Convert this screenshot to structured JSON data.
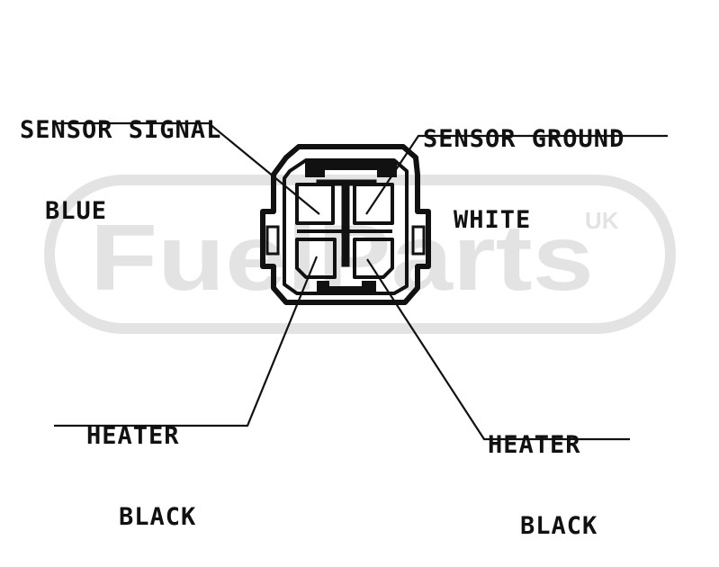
{
  "watermark": {
    "brand": "FuelParts",
    "region": "UK",
    "color": "#e3e3e3"
  },
  "labels": {
    "top_left": {
      "line1": "SENSOR SIGNAL",
      "line2": "BLUE"
    },
    "top_right": {
      "line1": "SENSOR GROUND",
      "line2": "WHITE"
    },
    "bottom_left": {
      "line1": "HEATER",
      "line2": "BLACK"
    },
    "bottom_right": {
      "line1": "HEATER",
      "line2": "BLACK"
    }
  },
  "colors": {
    "line": "#111111",
    "background": "#ffffff"
  }
}
